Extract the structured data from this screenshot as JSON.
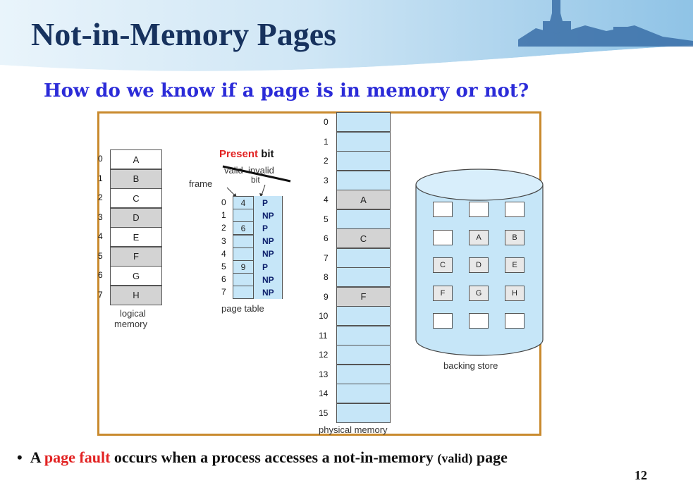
{
  "slide": {
    "title": "Not-in-Memory Pages",
    "subtitle": "How do we know if a page is in memory or not?",
    "page_number": "12",
    "colors": {
      "title": "#17325e",
      "subtitle": "#2b2bd8",
      "accent_red": "#e22222",
      "frame": "#c98a2e",
      "cell_blue": "#c6e6f8",
      "cell_gray": "#d3d3d3"
    }
  },
  "logical_memory": {
    "label_line1": "logical",
    "label_line2": "memory",
    "rows": [
      {
        "index": "0",
        "page": "A"
      },
      {
        "index": "1",
        "page": "B"
      },
      {
        "index": "2",
        "page": "C"
      },
      {
        "index": "3",
        "page": "D"
      },
      {
        "index": "4",
        "page": "E"
      },
      {
        "index": "5",
        "page": "F"
      },
      {
        "index": "6",
        "page": "G"
      },
      {
        "index": "7",
        "page": "H"
      }
    ]
  },
  "page_table": {
    "present_word": "Present",
    "bit_word": "bit",
    "valid_invalid_label": "valid–invalid",
    "bit_label": "bit",
    "frame_label": "frame",
    "caption": "page table",
    "rows": [
      {
        "index": "0",
        "frame": "4",
        "status": "P"
      },
      {
        "index": "1",
        "frame": "",
        "status": "NP"
      },
      {
        "index": "2",
        "frame": "6",
        "status": "P"
      },
      {
        "index": "3",
        "frame": "",
        "status": "NP"
      },
      {
        "index": "4",
        "frame": "",
        "status": "NP"
      },
      {
        "index": "5",
        "frame": "9",
        "status": "P"
      },
      {
        "index": "6",
        "frame": "",
        "status": "NP"
      },
      {
        "index": "7",
        "frame": "",
        "status": "NP"
      }
    ]
  },
  "physical_memory": {
    "caption": "physical memory",
    "frames": [
      {
        "index": "0",
        "page": ""
      },
      {
        "index": "1",
        "page": ""
      },
      {
        "index": "2",
        "page": ""
      },
      {
        "index": "3",
        "page": ""
      },
      {
        "index": "4",
        "page": "A"
      },
      {
        "index": "5",
        "page": ""
      },
      {
        "index": "6",
        "page": "C"
      },
      {
        "index": "7",
        "page": ""
      },
      {
        "index": "8",
        "page": ""
      },
      {
        "index": "9",
        "page": "F"
      },
      {
        "index": "10",
        "page": ""
      },
      {
        "index": "11",
        "page": ""
      },
      {
        "index": "12",
        "page": ""
      },
      {
        "index": "13",
        "page": ""
      },
      {
        "index": "14",
        "page": ""
      },
      {
        "index": "15",
        "page": ""
      }
    ]
  },
  "backing_store": {
    "caption": "backing store",
    "grid": [
      [
        "",
        "",
        ""
      ],
      [
        "",
        "A",
        "B"
      ],
      [
        "C",
        "D",
        "E"
      ],
      [
        "F",
        "G",
        "H"
      ],
      [
        "",
        "",
        ""
      ]
    ]
  },
  "bullet": {
    "prefix": "A ",
    "highlight": "page fault",
    "middle": " occurs when a process accesses a not-in-memory ",
    "paren": "(valid)",
    "suffix": " page"
  }
}
